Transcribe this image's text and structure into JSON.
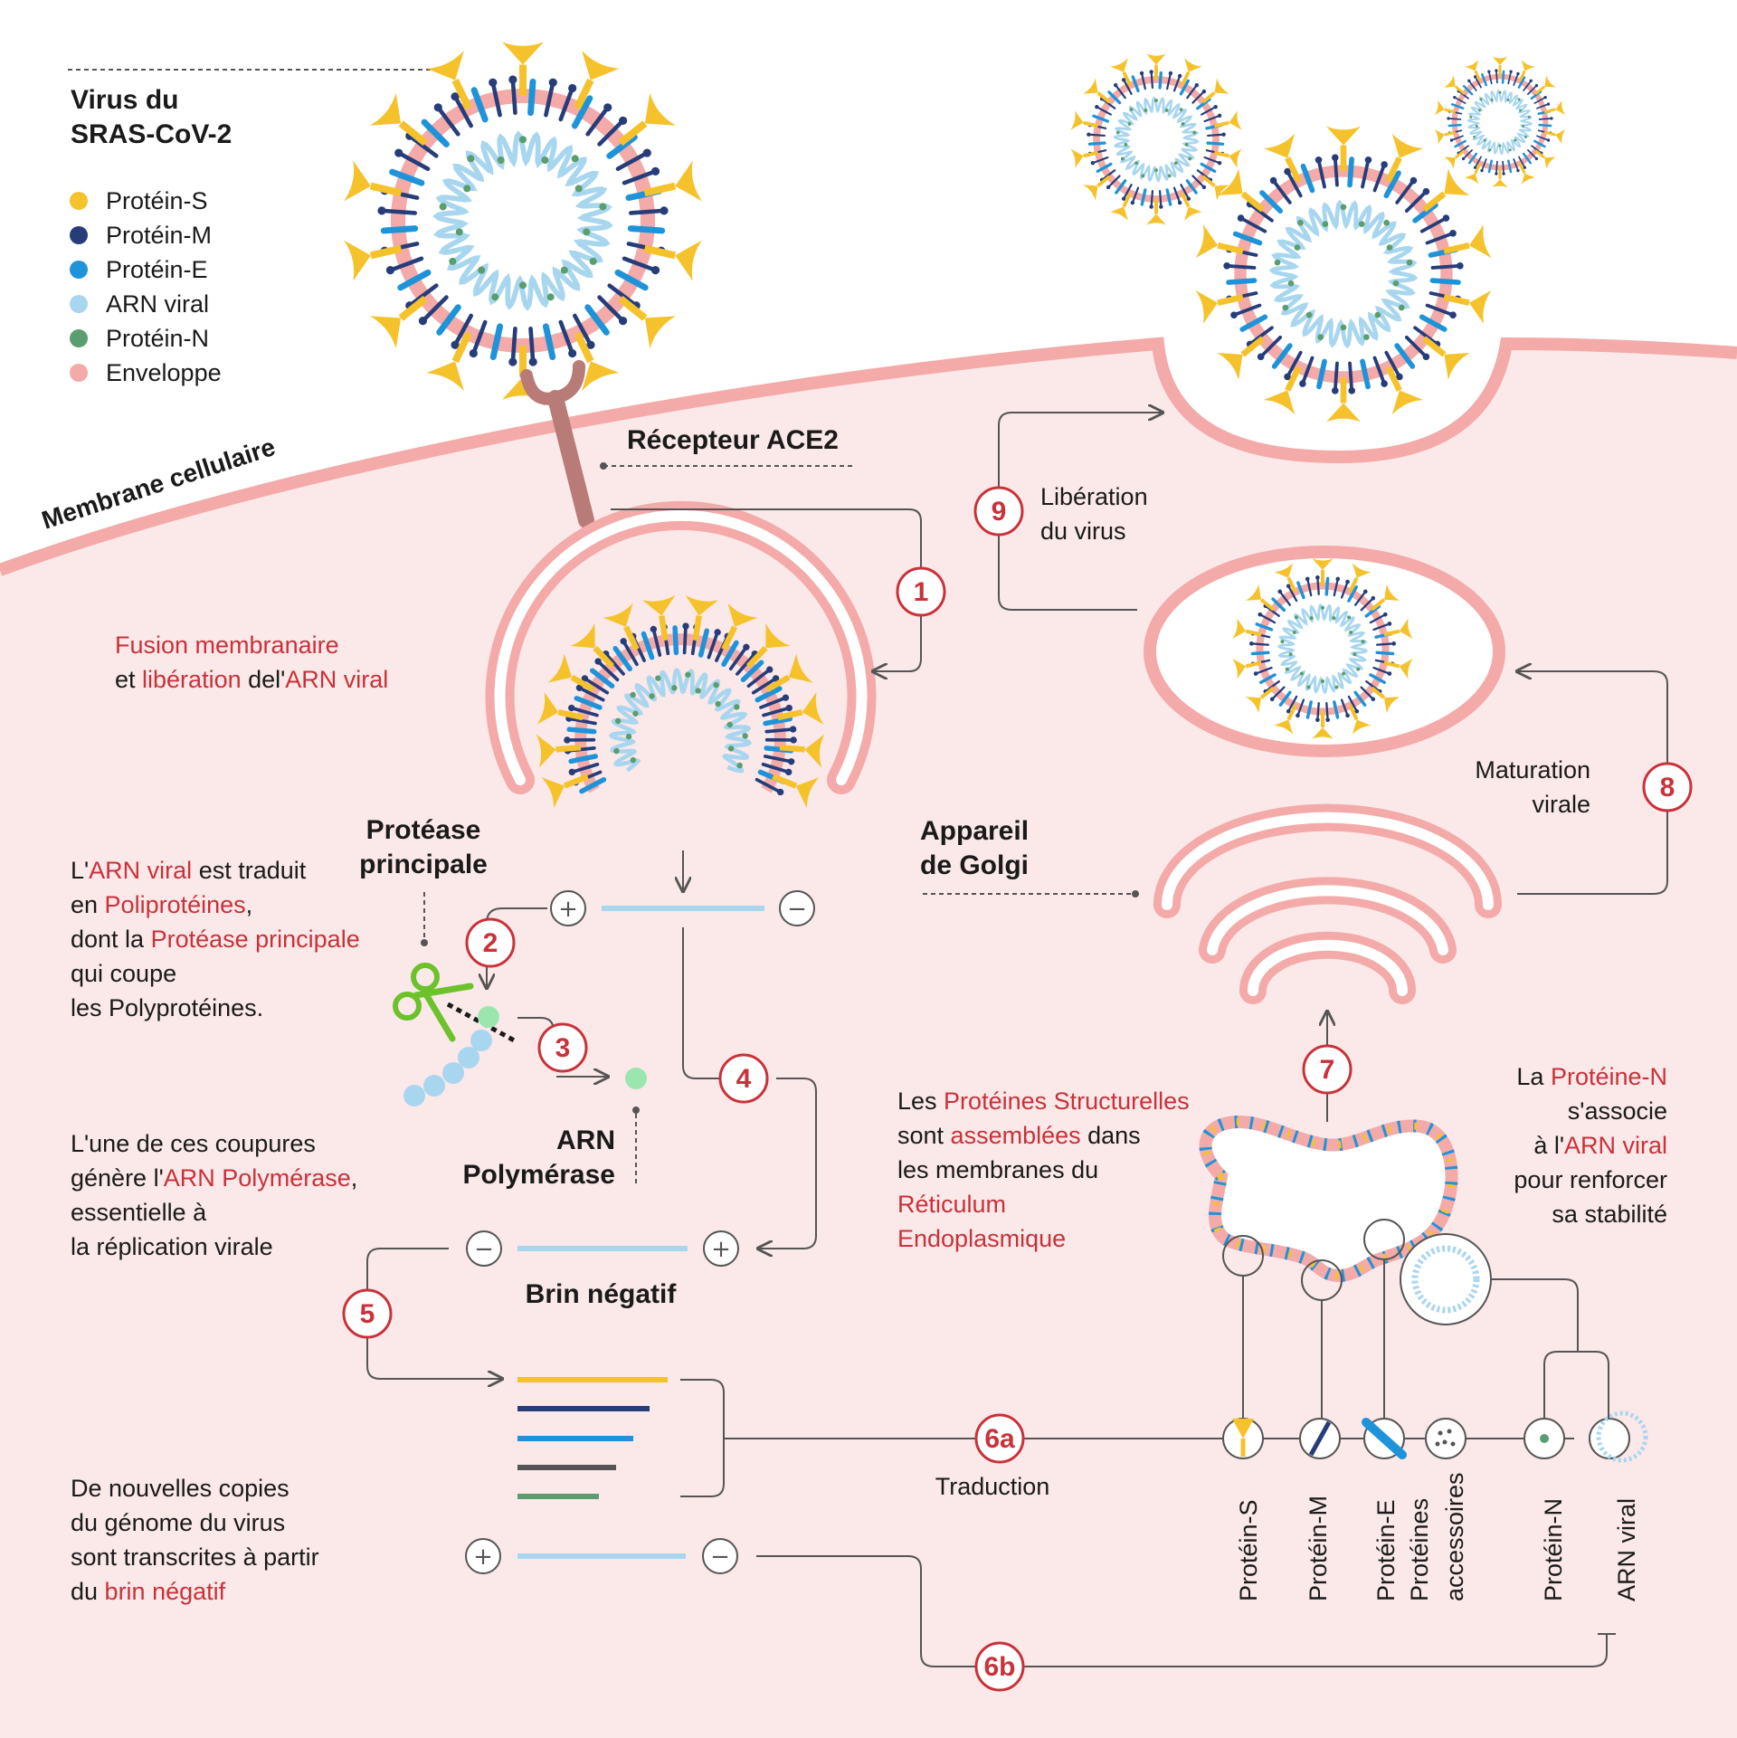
{
  "legend": {
    "title_line1": "Virus du",
    "title_line2": "SRAS-CoV-2",
    "items": [
      {
        "label": "Protéin-S",
        "color": "#f5c22b"
      },
      {
        "label": "Protéin-M",
        "color": "#263d7a"
      },
      {
        "label": "Protéin-E",
        "color": "#1f93d9"
      },
      {
        "label": "ARN viral",
        "color": "#a9d6ef"
      },
      {
        "label": "Protéin-N",
        "color": "#5a9e6f"
      },
      {
        "label": "Enveloppe",
        "color": "#f3aaa8"
      }
    ]
  },
  "colors": {
    "accent_red": "#c8323a",
    "cytoplasm": "#fbe8e8",
    "membrane": "#f3aaa8",
    "line": "#555555"
  },
  "labels": {
    "membrane": "Membrane cellulaire",
    "receptor": "Récepteur ACE2",
    "protease_1": "Protéase",
    "protease_2": "principale",
    "polymerase_1": "ARN",
    "polymerase_2": "Polymérase",
    "golgi_1": "Appareil",
    "golgi_2": "de Golgi",
    "negative_strand": "Brin négatif",
    "translation": "Traduction",
    "release_1": "Libération",
    "release_2": "du virus",
    "maturation_1": "Maturation",
    "maturation_2": "virale"
  },
  "texts": {
    "fusion": {
      "l1_red": "Fusion membranaire",
      "l2_a": "et ",
      "l2_red1": "libération",
      "l2_b": " del'",
      "l2_red2": "ARN viral"
    },
    "translate": {
      "l1_a": "L'",
      "l1_red": "ARN viral",
      "l1_b": " est traduit",
      "l2_a": "en ",
      "l2_red": "Poliprotéines",
      "l2_b": ",",
      "l3_a": "dont la ",
      "l3_red": "Protéase principale",
      "l4": "qui coupe",
      "l5": "les Polyprotéines."
    },
    "cut": {
      "l1": "L'une de ces coupures",
      "l2_a": "génère l'",
      "l2_red": "ARN Polymérase",
      "l2_b": ",",
      "l3": "essentielle à",
      "l4": "la réplication virale"
    },
    "copies": {
      "l1": "De nouvelles copies",
      "l2": "du génome du virus",
      "l3": "sont transcrites à partir",
      "l4_a": "du ",
      "l4_red": "brin négatif"
    },
    "structural": {
      "l1_a": "Les ",
      "l1_red": "Protéines Structurelles",
      "l2_a": "sont ",
      "l2_red": "assemblées",
      "l2_b": " dans",
      "l3": "les membranes du",
      "l4_red": "Réticulum",
      "l5_red": "Endoplasmique"
    },
    "protein_n": {
      "l1_a": "La ",
      "l1_red": "Protéine-N",
      "l2": "s'associe",
      "l3_a": "à l'",
      "l3_red": "ARN viral",
      "l4": "pour renforcer",
      "l5": "sa stabilité"
    }
  },
  "steps": [
    "1",
    "2",
    "3",
    "4",
    "5",
    "6a",
    "6b",
    "7",
    "8",
    "9"
  ],
  "products": [
    "Protéin-S",
    "Protéin-M",
    "Protéin-E",
    "Protéines",
    "accessoires",
    "Protéin-N",
    "ARN viral"
  ]
}
